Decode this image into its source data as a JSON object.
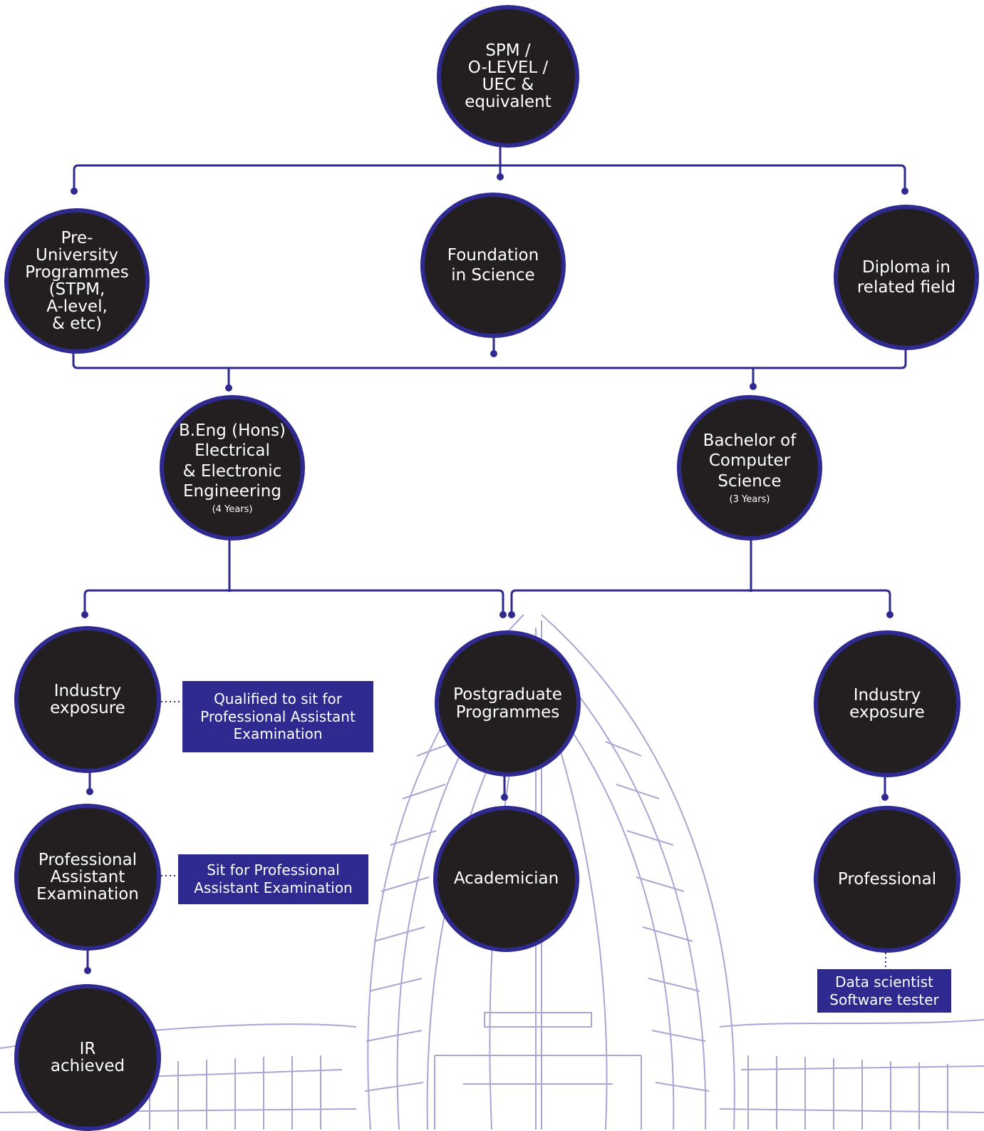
{
  "colors": {
    "circle_fill": "#231f20",
    "circle_border": "#2e2a8f",
    "connector": "#2e2a8f",
    "box_fill": "#2e2a8f",
    "text": "#ffffff",
    "background_art": "#a9a6d6"
  },
  "nodes": {
    "entry": "SPM /\nO-LEVEL /\nUEC &\nequivalent",
    "pre_university": "Pre-\nUniversity\nProgrammes\n(STPM,\nA-level,\n& etc)",
    "foundation": "Foundation\nin Science",
    "diploma": "Diploma in\nrelated field",
    "beng": "B.Eng (Hons)\nElectrical\n& Electronic\nEngineering",
    "beng_note": "(4 Years)",
    "bcs": "Bachelor of\nComputer\nScience",
    "bcs_note": "(3 Years)",
    "industry_left": "Industry\nexposure",
    "postgraduate": "Postgraduate\nProgrammes",
    "industry_right": "Industry\nexposure",
    "pae": "Professional\nAssistant\nExamination",
    "academician": "Academician",
    "professional": "Professional",
    "ir": "IR\nachieved"
  },
  "notes": {
    "qualified": "Qualified to sit for\nProfessional Assistant\nExamination",
    "sit_for": "Sit for Professional\nAssistant Examination",
    "careers": "Data scientist\nSoftware tester"
  }
}
